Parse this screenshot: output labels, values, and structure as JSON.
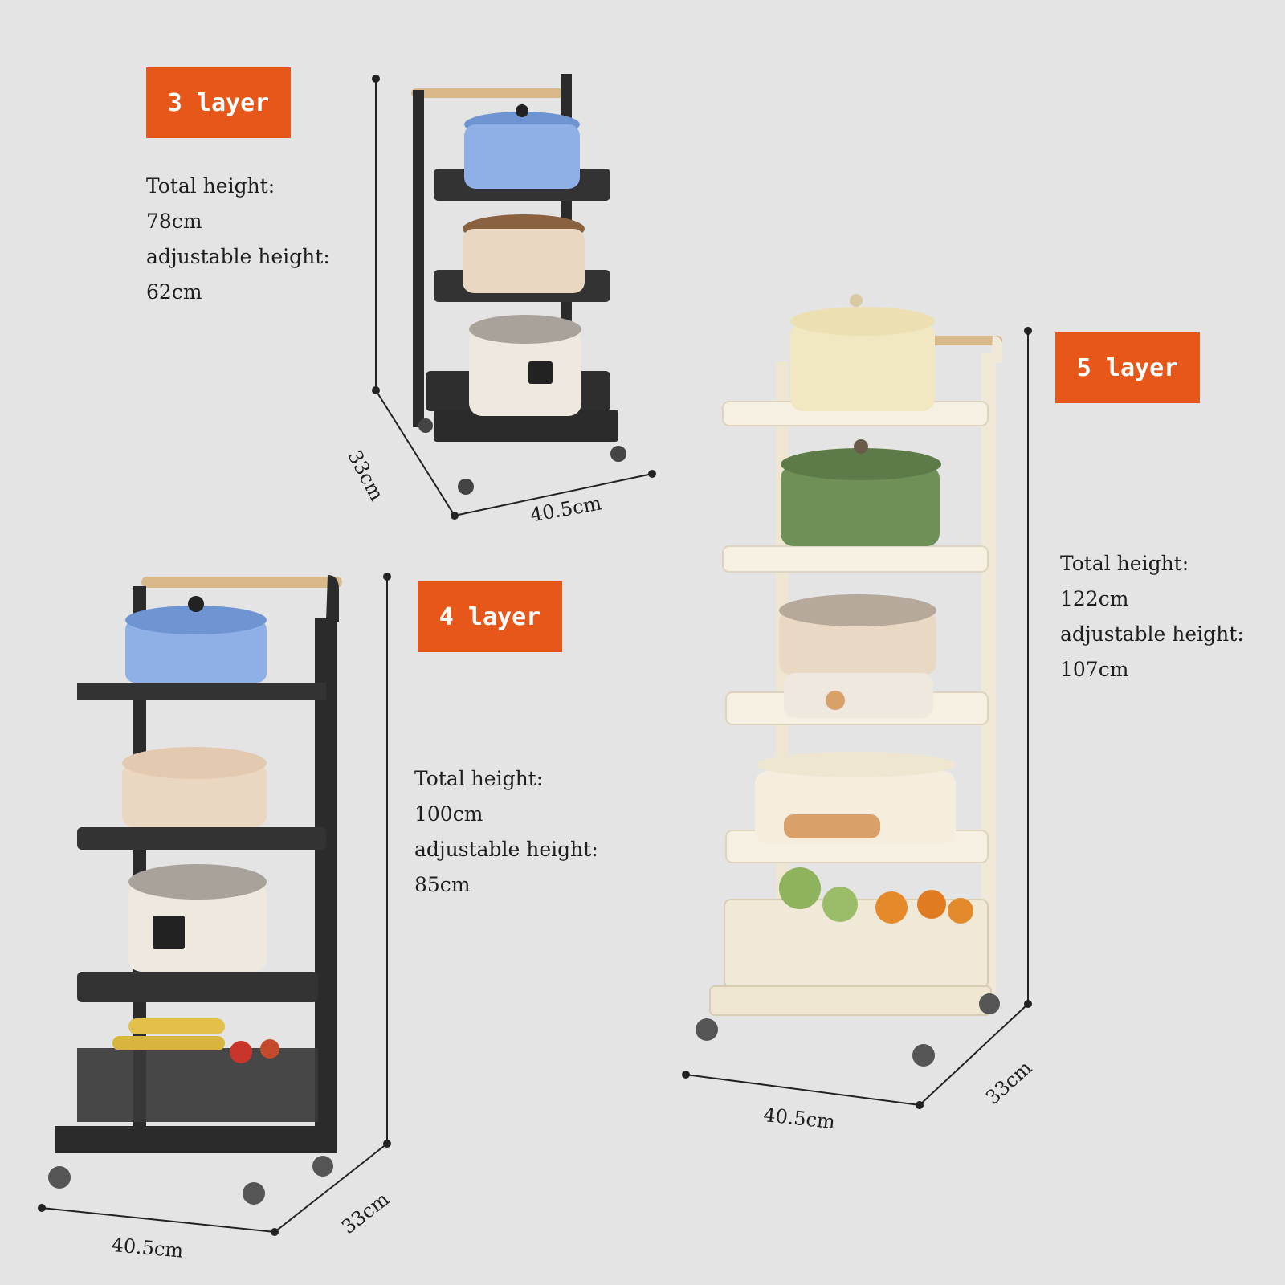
{
  "racks": [
    {
      "layer_label": "3 layer",
      "specs": [
        "Total height:",
        "78cm",
        "adjustable height:",
        "62cm"
      ],
      "depth_label": "33cm",
      "width_label": "40.5cm",
      "color": "black"
    },
    {
      "layer_label": "4 layer",
      "specs": [
        "Total height:",
        "100cm",
        "adjustable height:",
        "85cm"
      ],
      "depth_label": "33cm",
      "width_label": "40.5cm",
      "color": "black"
    },
    {
      "layer_label": "5 layer",
      "specs": [
        "Total height:",
        "122cm",
        "adjustable height:",
        "107cm"
      ],
      "depth_label": "33cm",
      "width_label": "40.5cm",
      "color": "cream"
    }
  ],
  "colors": {
    "background": "#e4e4e4",
    "badge": "#e8571a",
    "rack_black": "#2b2b2b",
    "rack_cream": "#f3ecdc",
    "handle_wood": "#d9b88a"
  }
}
